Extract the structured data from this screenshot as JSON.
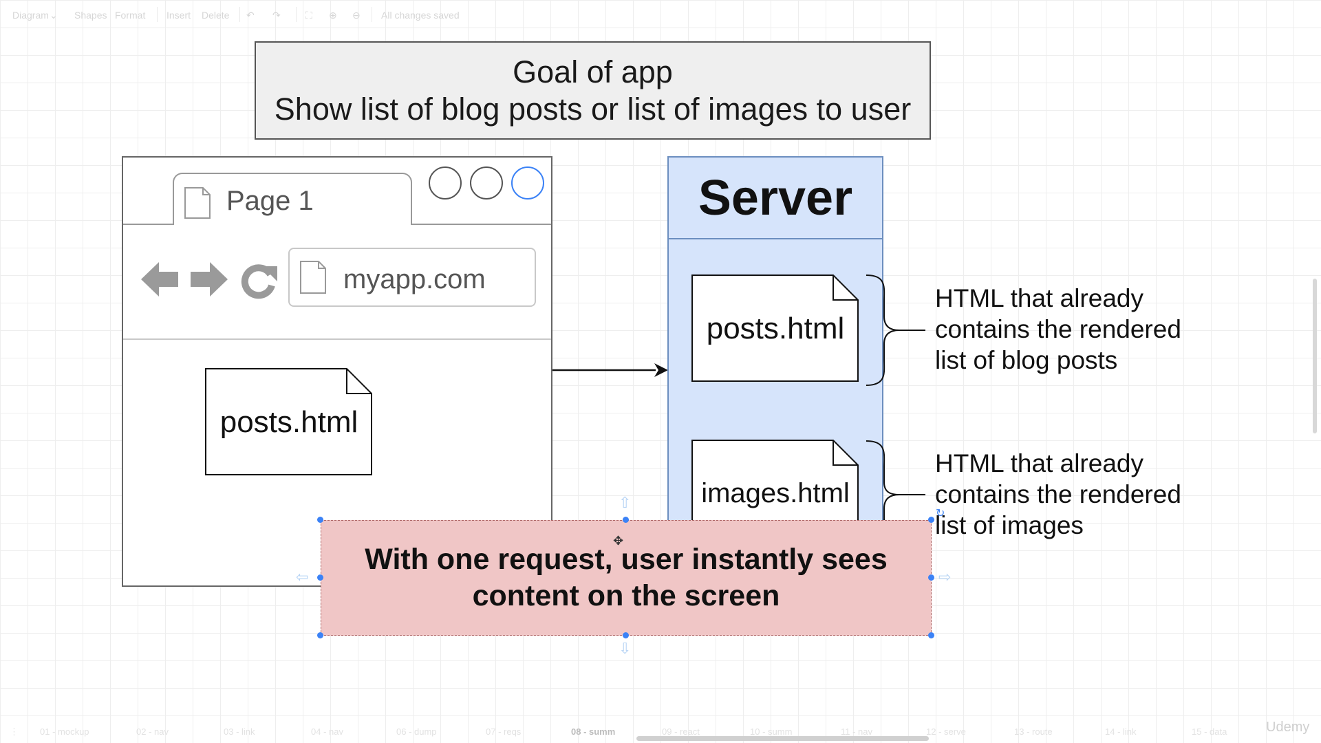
{
  "toolbar": {
    "items": [
      "Diagram",
      "Shapes",
      "Format",
      "Insert",
      "Delete"
    ],
    "status": "All changes saved"
  },
  "goal": {
    "line1": "Goal of app",
    "line2": "Show list of blog posts or list of images to user"
  },
  "browser": {
    "tab_title": "Page 1",
    "url": "myapp.com",
    "document": "posts.html"
  },
  "server": {
    "title": "Server",
    "doc1": "posts.html",
    "doc2": "images.html"
  },
  "notes": {
    "posts": [
      "HTML that already",
      "contains the rendered",
      "list of blog posts"
    ],
    "images": [
      "HTML that already",
      "contains the rendered",
      "list of images"
    ]
  },
  "callout": {
    "line1": "With one request, user instantly sees",
    "line2": "content on the screen"
  },
  "page_tabs": [
    "01 - mockup",
    "02 - nav",
    "03 - link",
    "04 - nav",
    "06 - dump",
    "07 - reqs",
    "08 - summ",
    "09 - react",
    "10 - summ",
    "11 - nav",
    "12 - serve",
    "13 - route",
    "14 - link",
    "15 - data"
  ],
  "brand": "Udemy",
  "colors": {
    "server_fill": "#d6e4fb",
    "server_stroke": "#6c8ebf",
    "callout_fill": "#f0c6c6",
    "goal_fill": "#efefef",
    "selection": "#3b82f6"
  }
}
